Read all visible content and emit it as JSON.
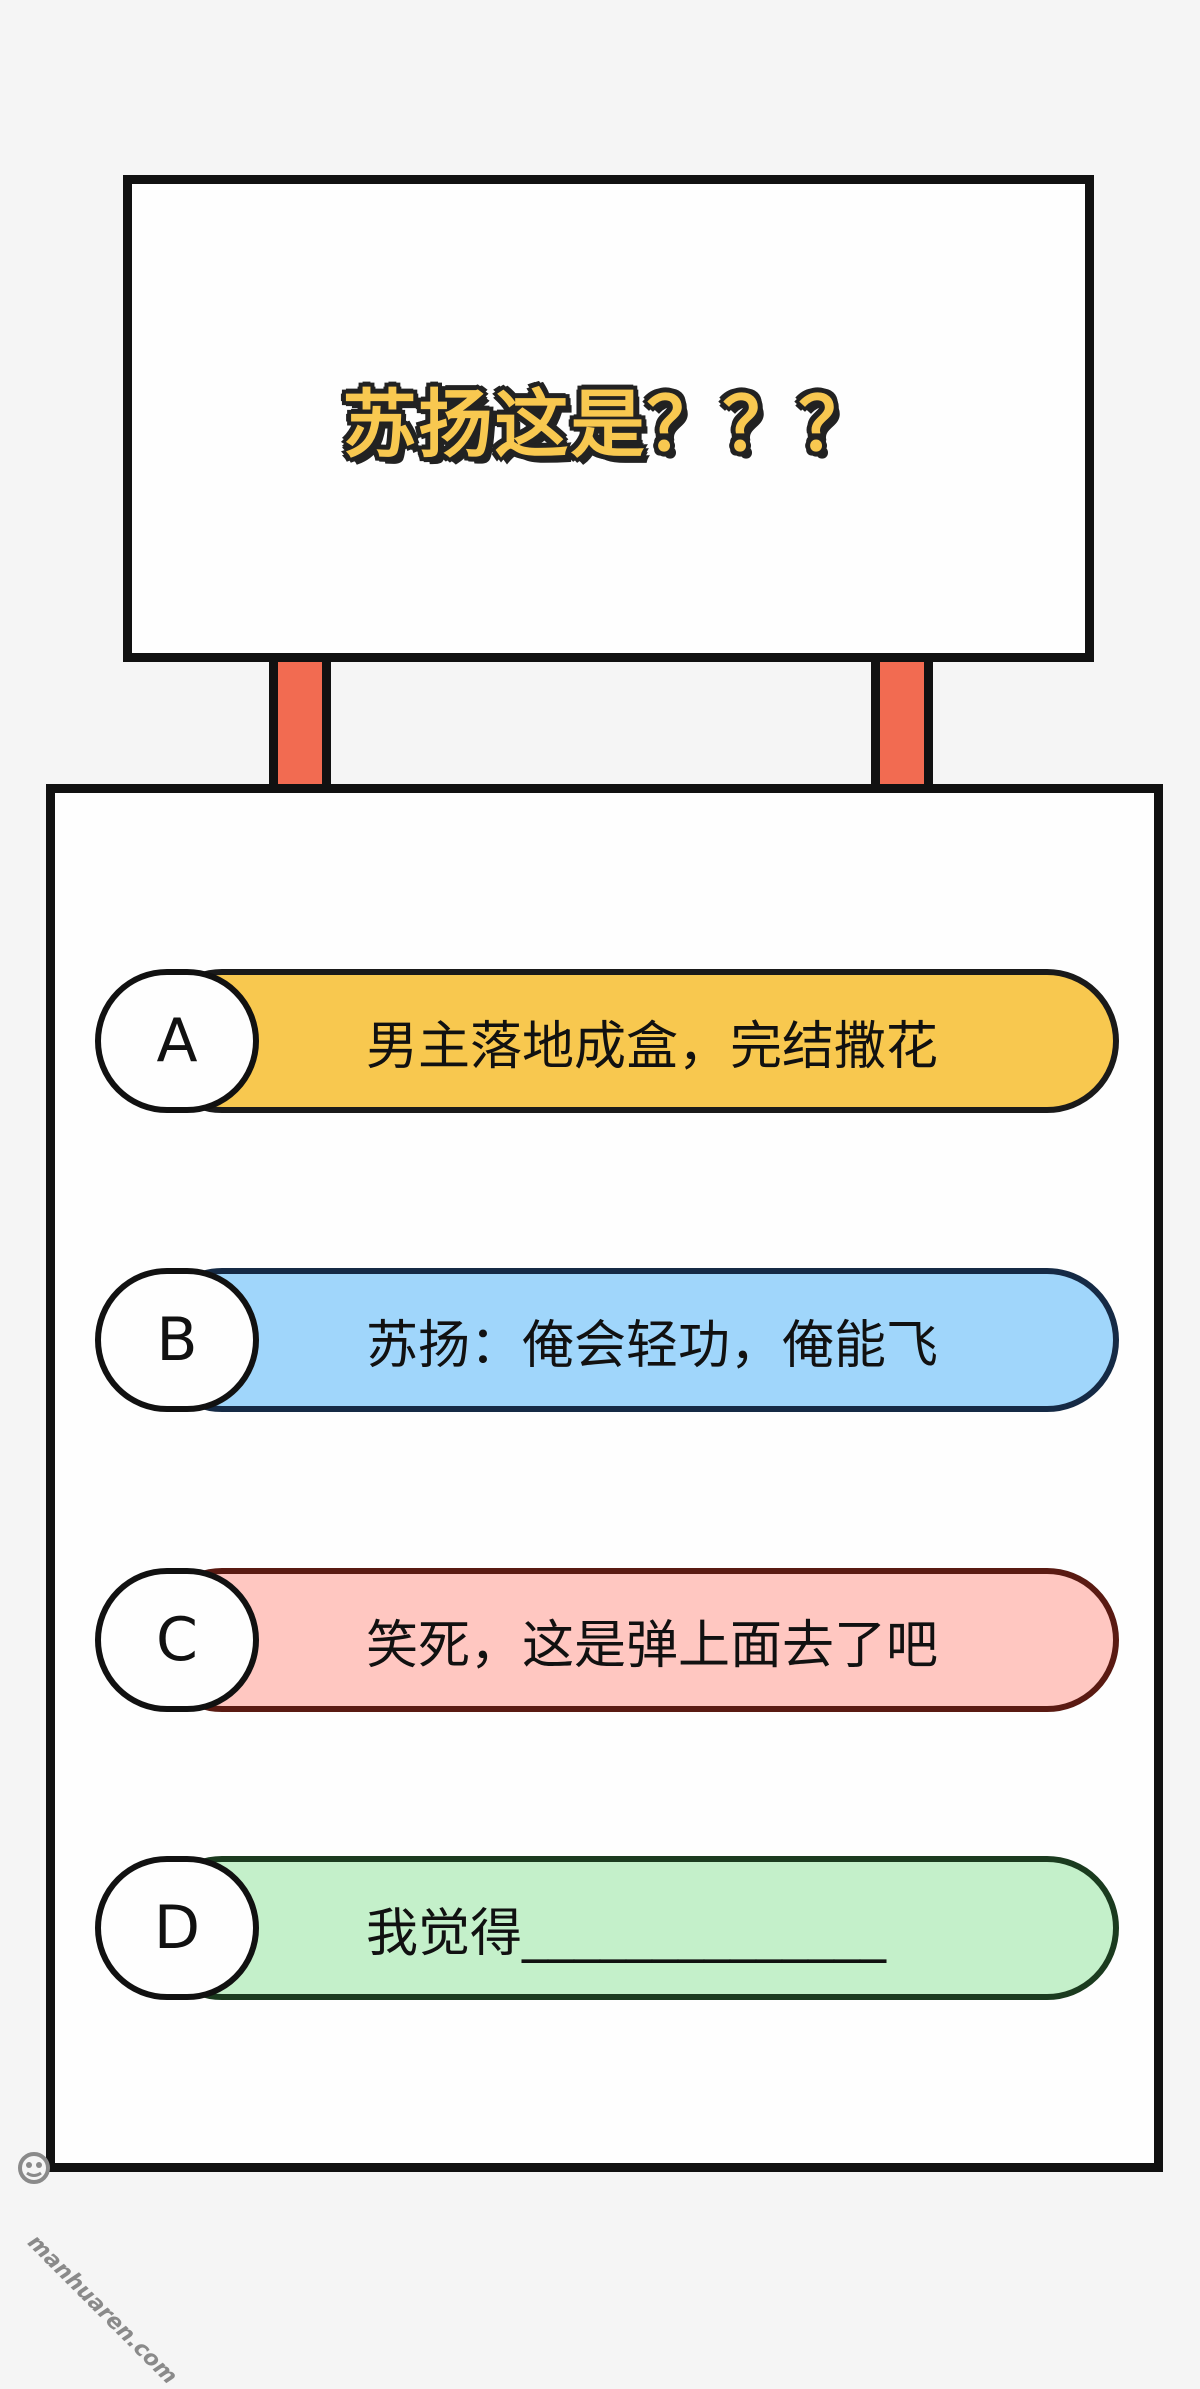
{
  "sign": {
    "title": "苏扬这是？？？"
  },
  "options": [
    {
      "letter": "A",
      "text": "男主落地成盒，完结撒花",
      "color": "#f8c84f"
    },
    {
      "letter": "B",
      "text": "苏扬：俺会轻功，俺能飞",
      "color": "#a0d6fb"
    },
    {
      "letter": "C",
      "text": "笑死，这是弹上面去了吧",
      "color": "#ffc7c1"
    },
    {
      "letter": "D",
      "text": "我觉得______________",
      "color": "#c4f0ca"
    }
  ],
  "watermark": {
    "text": "manhuaren.com",
    "icon": "manhuaren-logo-icon"
  },
  "colors": {
    "post": "#f26b51",
    "title_fill": "#f8c850",
    "outline": "#111111"
  }
}
